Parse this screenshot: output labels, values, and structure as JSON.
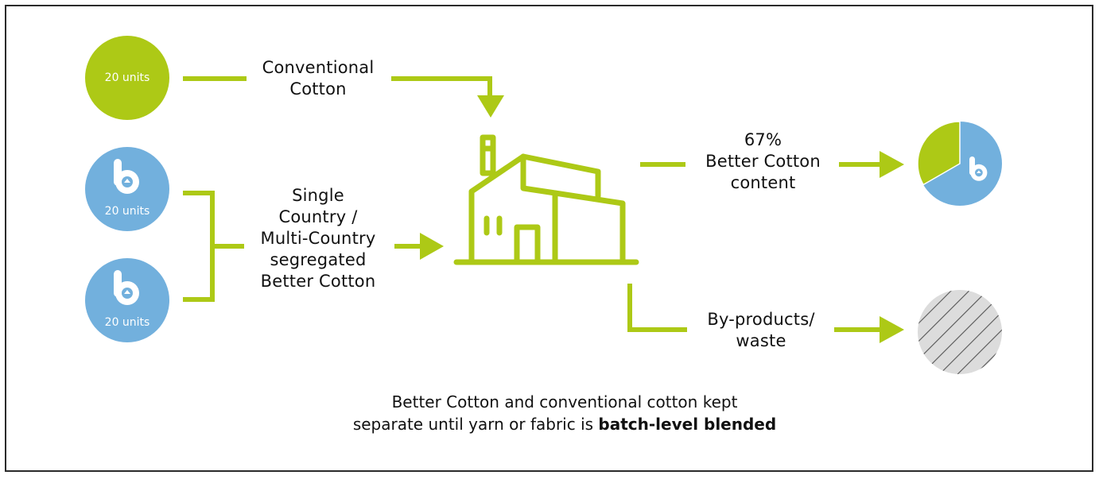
{
  "colors": {
    "green": "#adc916",
    "blue": "#72b0dd",
    "gray": "#dcdcdc",
    "border": "#2b2b2b",
    "text": "#111111"
  },
  "inputs": [
    {
      "label": "20 units",
      "type": "conventional",
      "color": "#adc916",
      "icon": null
    },
    {
      "label": "20 units",
      "type": "better-cotton",
      "color": "#72b0dd",
      "icon": "better-cotton-b-logo-icon"
    },
    {
      "label": "20 units",
      "type": "better-cotton",
      "color": "#72b0dd",
      "icon": "better-cotton-b-logo-icon"
    }
  ],
  "labels": {
    "conventional_line1": "Conventional",
    "conventional_line2": "Cotton",
    "segregated_line1": "Single",
    "segregated_line2": "Country /",
    "segregated_line3": "Multi-Country",
    "segregated_line4": "segregated",
    "segregated_line5": "Better Cotton",
    "output_pct": "67%",
    "output_line2": "Better Cotton",
    "output_line3": "content",
    "waste_line1": "By-products/",
    "waste_line2": "waste"
  },
  "process": {
    "icon": "factory-icon"
  },
  "outputs": [
    {
      "name": "blended-product",
      "better_cotton_share_pct": 67,
      "conventional_share_pct": 33,
      "icon": "pie-chart-icon"
    },
    {
      "name": "by-products-waste",
      "icon": "hatched-waste-circle-icon"
    }
  ],
  "caption": {
    "line1": "Better Cotton and conventional cotton kept",
    "line2_prefix": "separate until yarn or fabric is ",
    "line2_bold": "batch-level blended"
  }
}
